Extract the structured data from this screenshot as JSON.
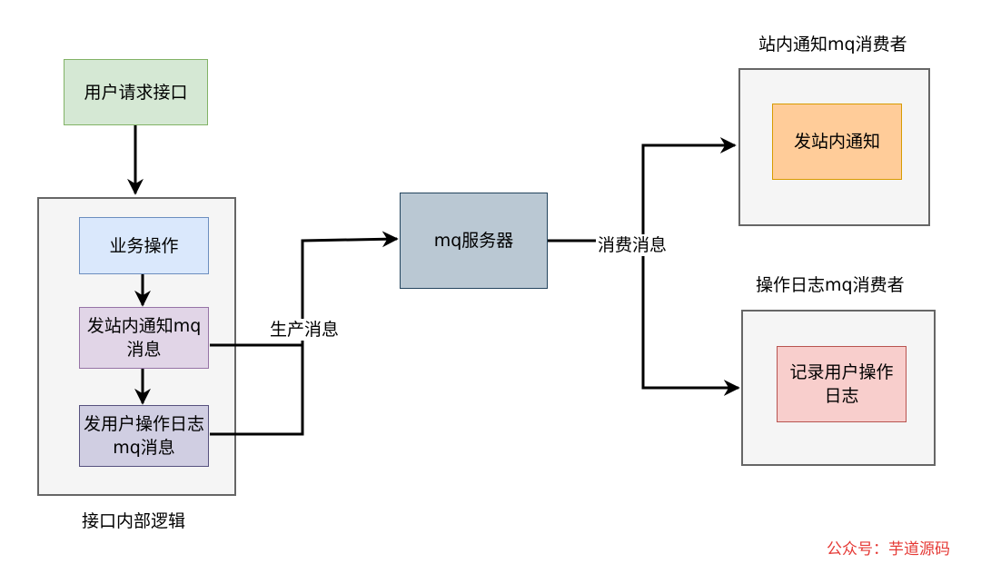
{
  "nodes": {
    "user_request": "用户请求接口",
    "business_op": "业务操作",
    "send_notice_msg": "发站内通知mq消息",
    "send_oplog_msg": "发用户操作日志mq消息",
    "mq_server": "mq服务器",
    "send_notice": "发站内通知",
    "record_oplog": "记录用户操作日志"
  },
  "groups": {
    "interface_logic": "接口内部逻辑",
    "notice_consumer": "站内通知mq消费者",
    "oplog_consumer": "操作日志mq消费者"
  },
  "edge_labels": {
    "produce": "生产消息",
    "consume": "消费消息"
  },
  "watermark": "公众号：芋道源码",
  "colors": {
    "green_fill": "#d5e8d4",
    "green_stroke": "#82b366",
    "blue_fill": "#dae8fc",
    "blue_stroke": "#6c8ebf",
    "purple_fill": "#e1d5e7",
    "purple_stroke": "#9673a6",
    "slate_fill": "#d0cee2",
    "slate_stroke": "#56517e",
    "server_fill": "#bac8d3",
    "server_stroke": "#23445d",
    "orange_fill": "#ffcc99",
    "orange_stroke": "#d79b00",
    "red_fill": "#f8cecc",
    "red_stroke": "#b85450",
    "watermark": "#e53935"
  }
}
